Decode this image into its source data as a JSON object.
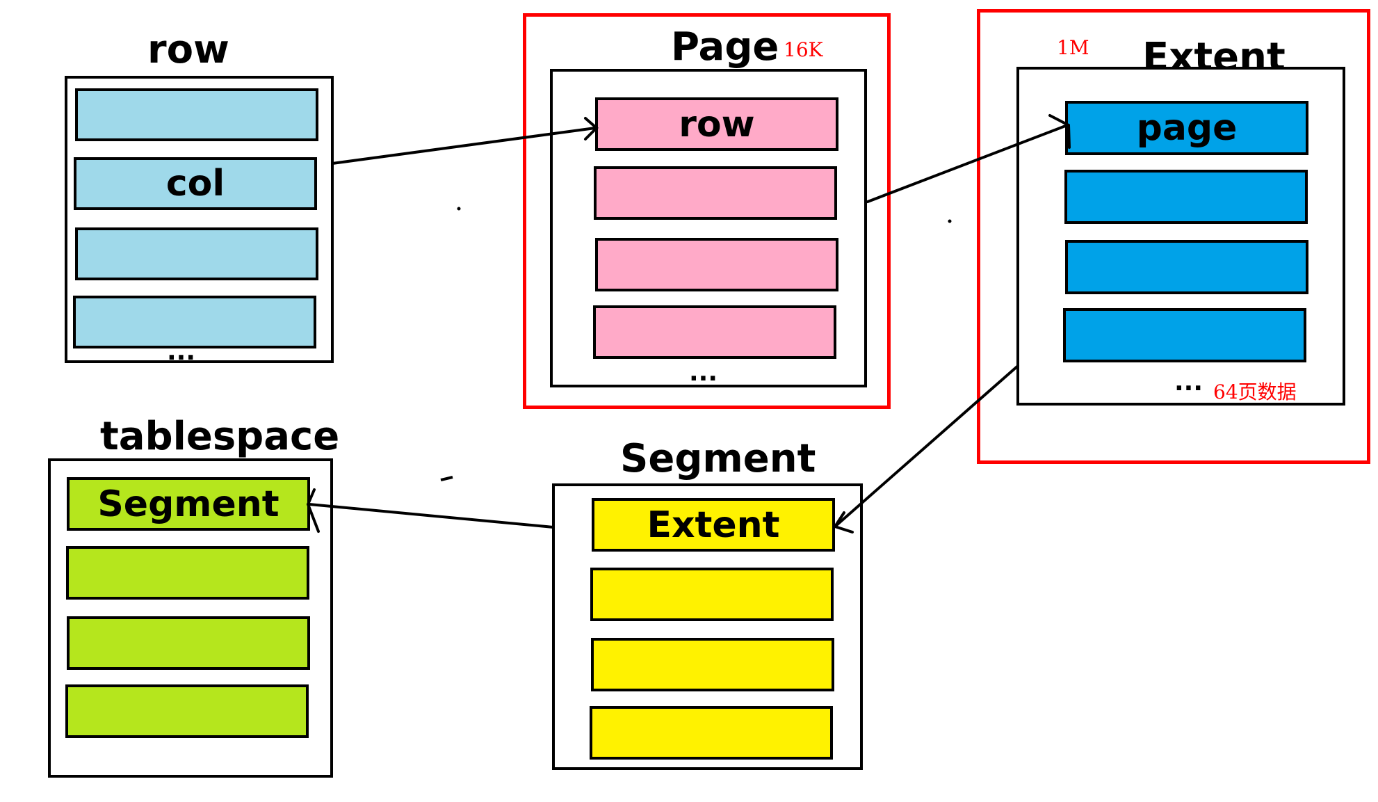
{
  "row_group": {
    "title": "row",
    "cell_label": "col",
    "ellipsis": "..."
  },
  "page_group": {
    "title": "Page",
    "size_note": "16K",
    "cell_label": "row",
    "ellipsis": "..."
  },
  "extent_group": {
    "title": "Extent",
    "size_note": "1M",
    "cell_label": "page",
    "ellipsis": "...",
    "count_note": "64页数据"
  },
  "segment_group": {
    "title": "Segment",
    "cell_label": "Extent"
  },
  "tablespace_group": {
    "title": "tablespace",
    "cell_label": "Segment"
  },
  "colors": {
    "row_cells": "#9fd9ea",
    "page_cells": "#ffaac8",
    "extent_cells": "#00a2e8",
    "segment_cells": "#fff200",
    "tablespace_cells": "#b5e61d",
    "highlight_frame": "#ff0000"
  }
}
